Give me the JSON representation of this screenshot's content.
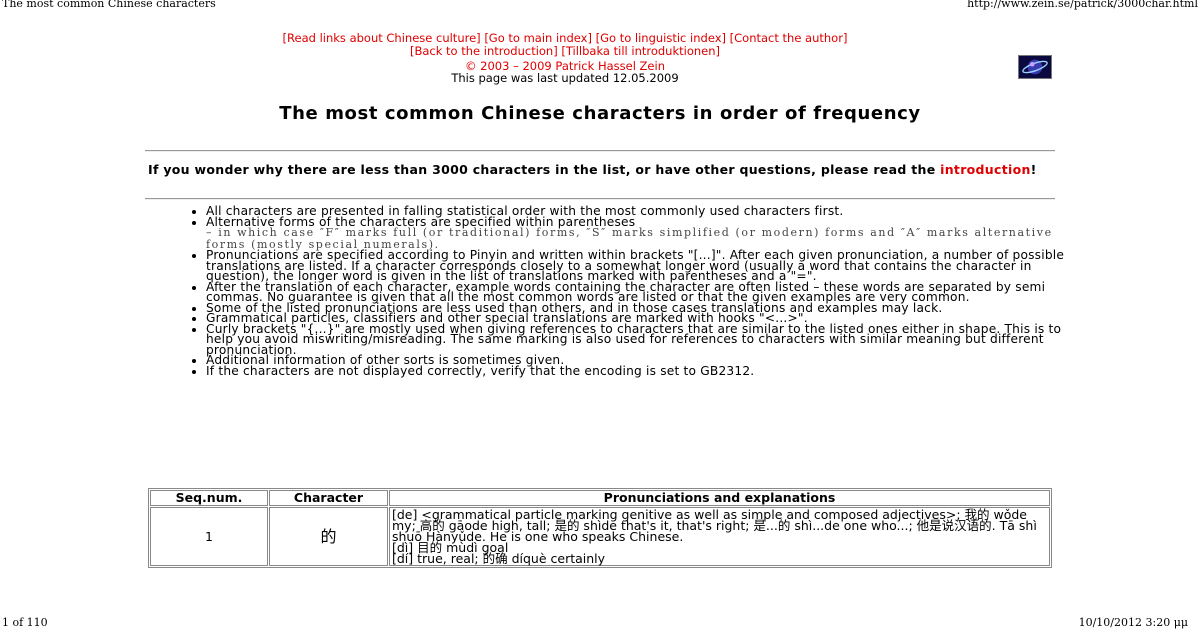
{
  "print_header": {
    "title": "The most common Chinese characters",
    "url": "http://www.zein.se/patrick/3000char.html"
  },
  "nav": {
    "links": [
      "[Read links about Chinese culture]",
      "[Go to main index]",
      "[Go to linguistic index]",
      "[Contact the author]",
      "[Back to the introduction]",
      "[Tillbaka till introduktionen]"
    ]
  },
  "copyright": {
    "line1": "© 2003 – 2009 Patrick Hassel Zein",
    "line2": "This page was last updated 12.05.2009"
  },
  "heading": "The most common Chinese characters in order of frequency",
  "intro": {
    "before": "If you wonder why there are less than 3000 characters in the list, or have other questions, please read the ",
    "link": "introduction",
    "after": "!"
  },
  "rules": {
    "r1": "All characters are presented in falling statistical order with the most commonly used characters first.",
    "r2_main": "Alternative forms of the characters are specified within parentheses",
    "r2_mono": " – in which case ″F″ marks full (or traditional) forms, ″S″ marks simplified (or modern) forms and ″A″ marks alternative forms (mostly special numerals).",
    "r3": "Pronunciations are specified according to Pinyin and written within brackets \"[...]\". After each given pronunciation, a number of possible translations are listed. If a character corresponds closely to a somewhat longer word (usually a word that contains the character in question), the longer word is given in the list of translations marked with parentheses and a \"=\".",
    "r4": "After the translation of each character, example words containing the character are often listed – these words are separated by semi commas. No guarantee is given that all the most common words are listed or that the given examples are very common.",
    "r5": "Some of the listed pronunciations are less used than others, and in those cases translations and examples may lack.",
    "r6": "Grammatical particles, classifiers and other special translations are marked with hooks \"<...>\".",
    "r7": "Curly brackets \"{...}\" are mostly used when giving references to characters that are similar to the listed ones either in shape. This is to help you avoid miswriting/misreading. The same marking is also used for references to characters with similar meaning but different pronunciation.",
    "r8": "Additional information of other sorts is sometimes given.",
    "r9": "If the characters are not displayed correctly, verify that the encoding is set to GB2312."
  },
  "table": {
    "headers": [
      "Seq.num.",
      "Character",
      "Pronunciations and explanations"
    ],
    "row1": {
      "seq": "1",
      "char": "的",
      "line1": "[de] <grammatical particle marking genitive as well as simple and composed adjectives>; 我的 wǒde my; 高的 gāode high, tall; 是的 shìde that's it, that's right; 是...的 shì...de one who...; 他是说汉语的. Tā shì shuō Hànyǔde. He is one who speaks Chinese.",
      "line2": "[dì] 目的 mùdì goal",
      "line3": "[dí] true, real; 的确 díquè certainly"
    }
  },
  "print_footer": {
    "page": "1 of 110",
    "datetime": "10/10/2012 3:20 μμ"
  }
}
